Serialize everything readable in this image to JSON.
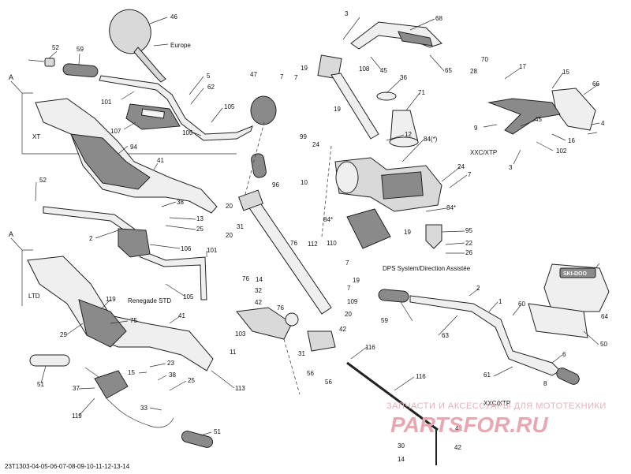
{
  "labels": {
    "europe": "Europe",
    "xt": "XT",
    "ltd": "LTD",
    "renegade_std": "Renegade STD",
    "xxc_xtp_top": "XXC/XTP",
    "xxc_xtp_bottom": "XXC/XTP",
    "dps": "DPS System/Direction Assistée",
    "section_a_1": "A",
    "section_a_2": "A"
  },
  "callouts": {
    "c46": "46",
    "c52a": "52",
    "c59a": "59",
    "c101a": "101",
    "c5": "5",
    "c62": "62",
    "c107": "107",
    "c105a": "105",
    "c105b": "105",
    "c47": "47",
    "c7a": "7",
    "c7b": "7",
    "c19a": "19",
    "c99": "99",
    "c24a": "24",
    "c19b": "19",
    "c108": "108",
    "c3a": "3",
    "c68": "68",
    "c45a": "45",
    "c65": "65",
    "c36": "36",
    "c71": "71",
    "c12": "12",
    "c84a": "84(*)",
    "c70": "70",
    "c17": "17",
    "c28": "28",
    "c15a": "15",
    "c66": "66",
    "c9": "9",
    "c45b": "45",
    "c16": "16",
    "c4": "4",
    "c102": "102",
    "c3b": "3",
    "c94": "94",
    "c41a": "41",
    "c52b": "52",
    "c2a": "2",
    "c38a": "38",
    "c13a": "13",
    "c25a": "25",
    "c106": "106",
    "c101b": "101",
    "c105c": "105",
    "c20a": "20",
    "c31a": "31",
    "c20b": "20",
    "c96": "96",
    "c10": "10",
    "c76a": "76",
    "c112": "112",
    "c84b": "84*",
    "c84c": "84*",
    "c110": "110",
    "c19c": "19",
    "c24b": "24",
    "c7c": "7",
    "c95": "95",
    "c22": "22",
    "c26": "26",
    "c76b": "76",
    "c14a": "14",
    "c32": "32",
    "c42a": "42",
    "c7d": "7",
    "c19d": "19",
    "c7e": "7",
    "c109": "109",
    "c20c": "20",
    "c119a": "119",
    "c75": "75",
    "c41b": "41",
    "c29": "29",
    "c103": "103",
    "c76c": "76",
    "c11": "11",
    "c31b": "31",
    "c56a": "56",
    "c42b": "42",
    "c116a": "116",
    "c56b": "56",
    "c2b": "2",
    "c1": "1",
    "c60": "60",
    "c64": "64",
    "c59b": "59",
    "c63": "63",
    "c50": "50",
    "c6": "6",
    "c61": "61",
    "c8": "8",
    "c23": "23",
    "c15b": "15",
    "c38b": "38",
    "c25b": "25",
    "c37": "37",
    "c33": "33",
    "c51a": "51",
    "c51b": "51",
    "c119b": "119",
    "c113": "113",
    "c116b": "116",
    "c42c": "42",
    "c30": "30",
    "c42d": "42",
    "c14b": "14"
  },
  "logos": {
    "skidoo_1": "SKI-DOO",
    "skidoo_2": "SKI-DOO"
  },
  "watermark": {
    "tagline": "ЗАПЧАСТИ И АКСЕССУАРЫ ДЛЯ МОТОТЕХНИКИ",
    "brand": "PARTSFOR.RU"
  },
  "footer": {
    "code": "23T1303-04-05-06-07-08-09-10-11-12-13-14"
  },
  "colors": {
    "accent_watermark": "#e8a8b2",
    "metal": "#d9d9d9",
    "dark": "#8a8a8a"
  }
}
